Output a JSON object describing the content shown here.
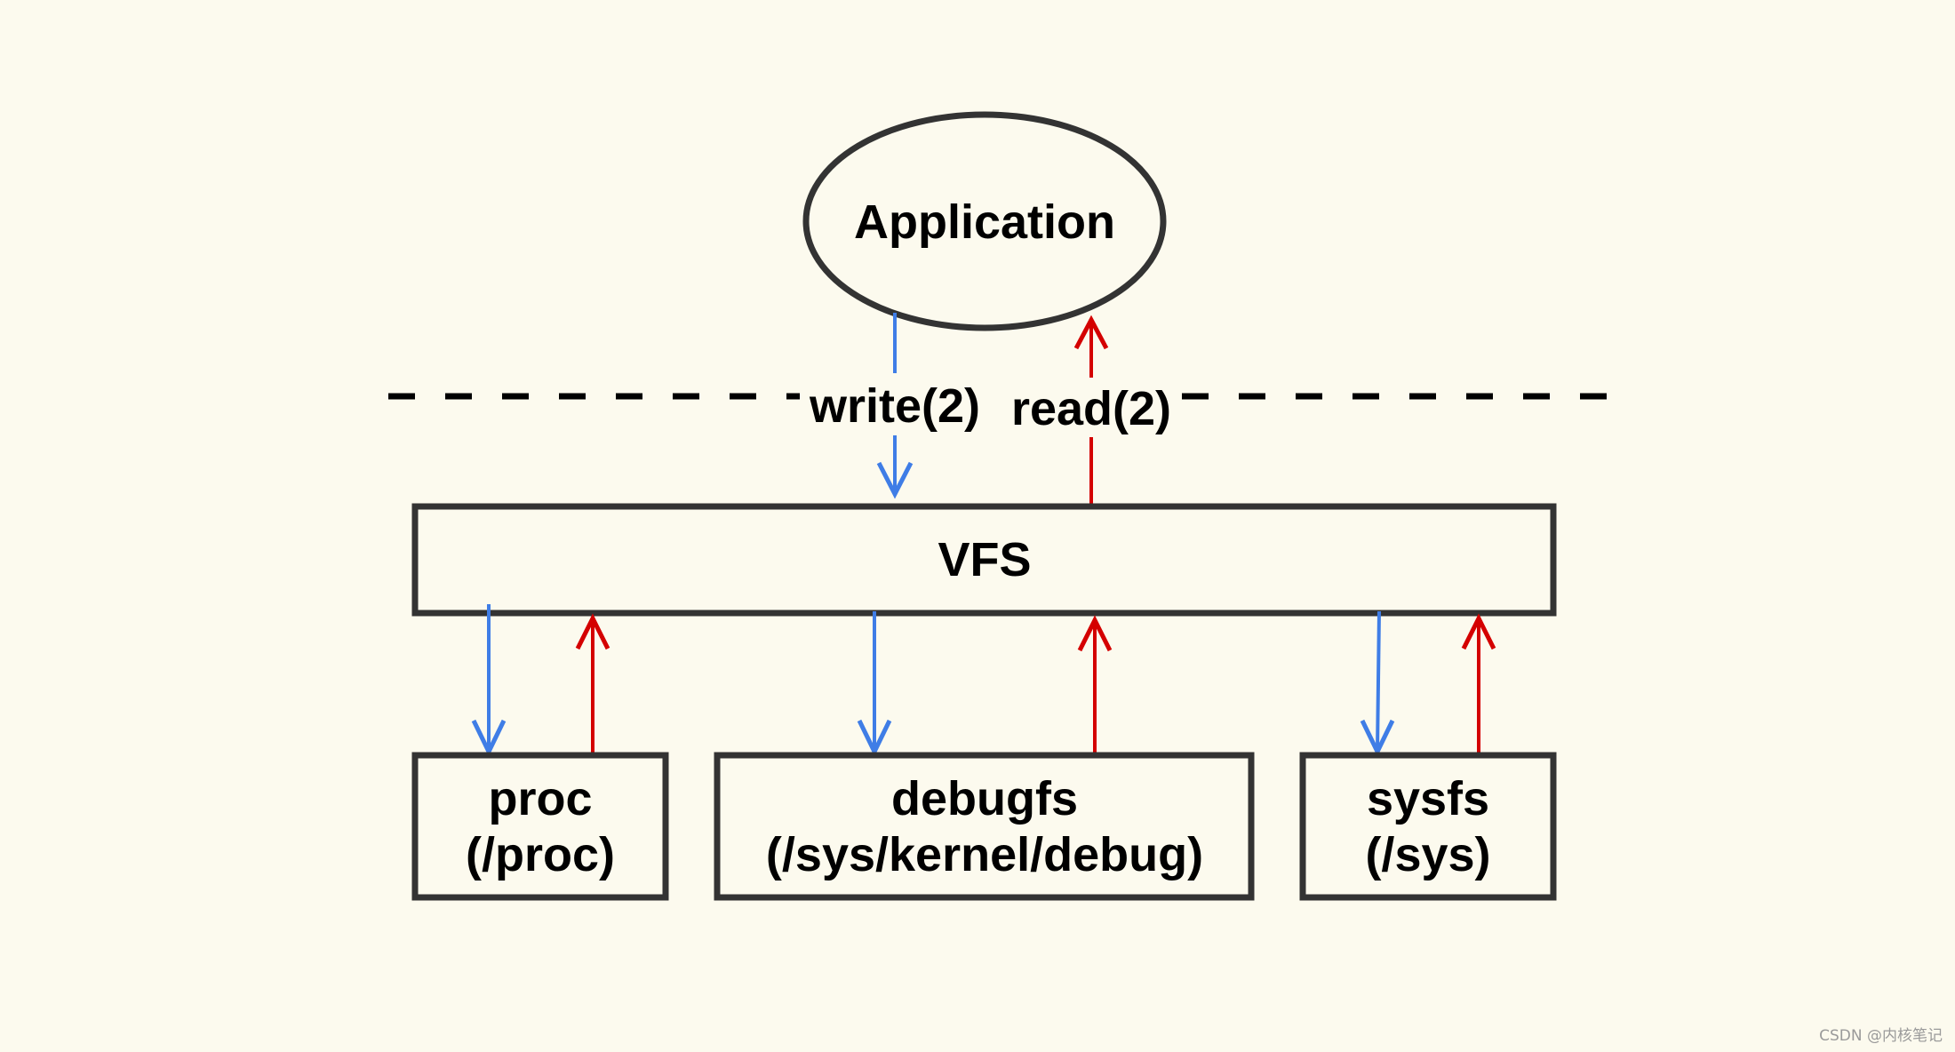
{
  "nodes": {
    "application": "Application",
    "vfs": "VFS",
    "proc": {
      "line1": "proc",
      "line2": "(/proc)"
    },
    "debugfs": {
      "line1": "debugfs",
      "line2": "(/sys/kernel/debug)"
    },
    "sysfs": {
      "line1": "sysfs",
      "line2": "(/sys)"
    }
  },
  "edges": {
    "write_label": "write(2)",
    "read_label": "read(2)"
  },
  "colors": {
    "background": "#fcfaee",
    "write_arrow": "#3f7de6",
    "read_arrow": "#d40000",
    "outline": "#333333"
  },
  "watermark": "CSDN @内核笔记"
}
